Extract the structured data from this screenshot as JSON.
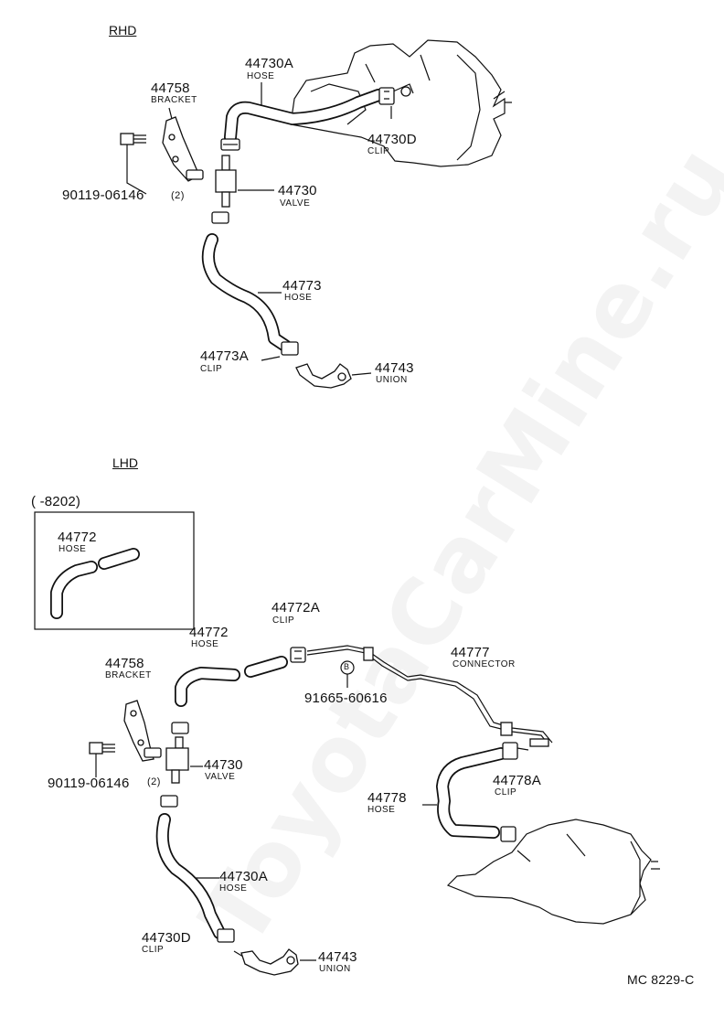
{
  "sections": {
    "rhd": "RHD",
    "lhd": "LHD"
  },
  "inset": {
    "range": "(      -8202)",
    "hose_pn": "44772",
    "hose_name": "HOSE"
  },
  "rhd_labels": {
    "hose_44730a_pn": "44730A",
    "hose_44730a_name": "HOSE",
    "bracket_pn": "44758",
    "bracket_name": "BRACKET",
    "clip_44730d_pn": "44730D",
    "clip_44730d_name": "CLIP",
    "bolt_pn": "90119-06146",
    "bolt_qty": "(2)",
    "valve_pn": "44730",
    "valve_name": "VALVE",
    "hose_44773_pn": "44773",
    "hose_44773_name": "HOSE",
    "clip_44773a_pn": "44773A",
    "clip_44773a_name": "CLIP",
    "union_pn": "44743",
    "union_name": "UNION"
  },
  "lhd_labels": {
    "clip_44772a_pn": "44772A",
    "clip_44772a_name": "CLIP",
    "hose_44772_pn": "44772",
    "hose_44772_name": "HOSE",
    "connector_pn": "44777",
    "connector_name": "CONNECTOR",
    "bracket_pn": "44758",
    "bracket_name": "BRACKET",
    "b_marker": "B",
    "b_part": "91665-60616",
    "valve_pn": "44730",
    "valve_name": "VALVE",
    "bolt_pn": "90119-06146",
    "bolt_qty": "(2)",
    "clip_44778a_pn": "44778A",
    "clip_44778a_name": "CLIP",
    "hose_44778_pn": "44778",
    "hose_44778_name": "HOSE",
    "hose_44730a_pn": "44730A",
    "hose_44730a_name": "HOSE",
    "clip_44730d_pn": "44730D",
    "clip_44730d_name": "CLIP",
    "union_pn": "44743",
    "union_name": "UNION"
  },
  "diagram_code": "MC 8229-C",
  "watermark": "ToyotaCarMine.ru"
}
